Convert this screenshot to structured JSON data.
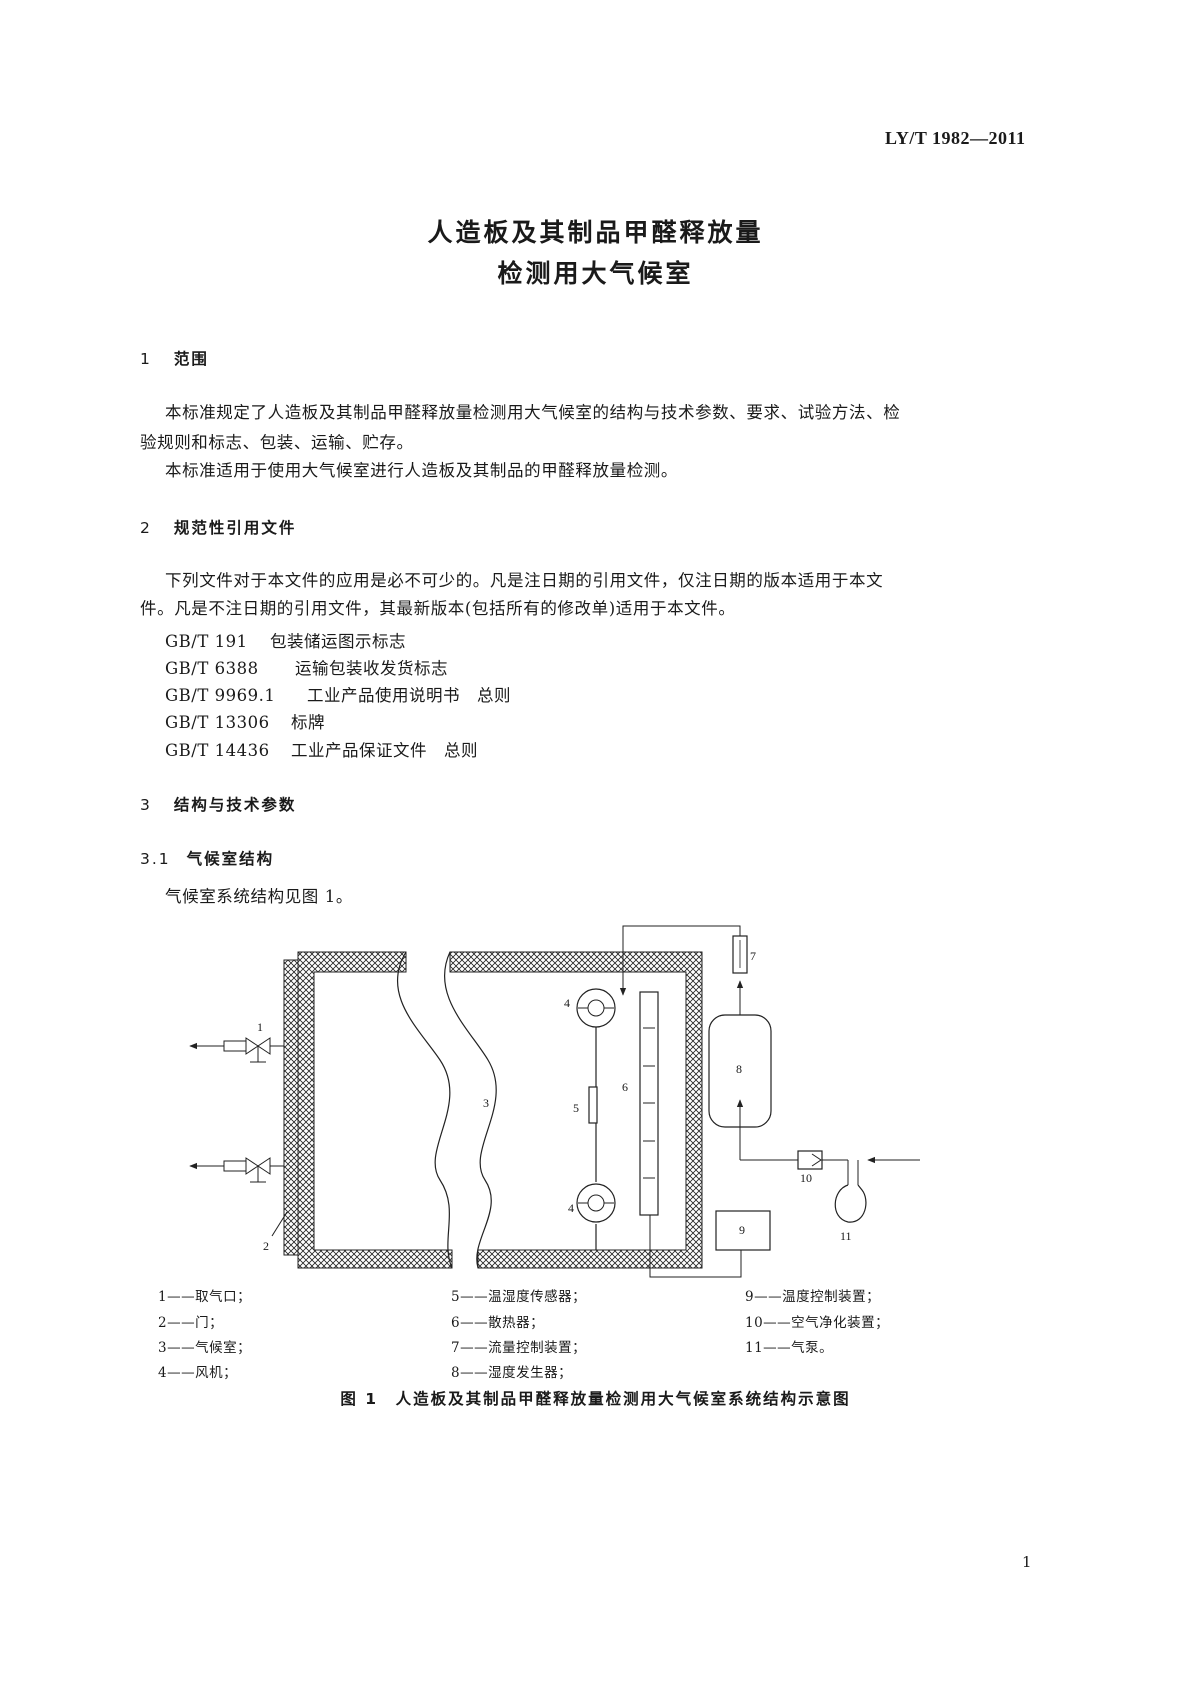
{
  "header": {
    "standard_code": "LY/T 1982—2011"
  },
  "title": {
    "line1": "人造板及其制品甲醛释放量",
    "line2": "检测用大气候室"
  },
  "section1": {
    "number": "1",
    "heading": "范围",
    "para1_line1": "本标准规定了人造板及其制品甲醛释放量检测用大气候室的结构与技术参数、要求、试验方法、检",
    "para1_line2": "验规则和标志、包装、运输、贮存。",
    "para2": "本标准适用于使用大气候室进行人造板及其制品的甲醛释放量检测。"
  },
  "section2": {
    "number": "2",
    "heading": "规范性引用文件",
    "para_line1": "下列文件对于本文件的应用是必不可少的。凡是注日期的引用文件，仅注日期的版本适用于本文",
    "para_line2": "件。凡是不注日期的引用文件，其最新版本(包括所有的修改单)适用于本文件。",
    "references": [
      {
        "code": "GB/T 191",
        "title": "包装储运图示标志"
      },
      {
        "code": "GB/T 6388",
        "title": "运输包装收发货标志"
      },
      {
        "code": "GB/T 9969.1",
        "title": "工业产品使用说明书　总则"
      },
      {
        "code": "GB/T 13306",
        "title": "标牌"
      },
      {
        "code": "GB/T 14436",
        "title": "工业产品保证文件　总则"
      }
    ]
  },
  "section3": {
    "number": "3",
    "heading": "结构与技术参数",
    "sub_number": "3.1",
    "sub_heading": "气候室结构",
    "text": "气候室系统结构见图 1。"
  },
  "figure": {
    "labels": [
      "1",
      "2",
      "3",
      "4",
      "4",
      "5",
      "6",
      "7",
      "8",
      "9",
      "10",
      "11"
    ],
    "legend": [
      "1——取气口；",
      "2——门；",
      "3——气候室；",
      "4——风机；",
      "5——温湿度传感器；",
      "6——散热器；",
      "7——流量控制装置；",
      "8——湿度发生器；",
      "9——温度控制装置；",
      "10——空气净化装置；",
      "11——气泵。"
    ],
    "caption": "图 1　人造板及其制品甲醛释放量检测用大气候室系统结构示意图"
  },
  "page_number": "1"
}
